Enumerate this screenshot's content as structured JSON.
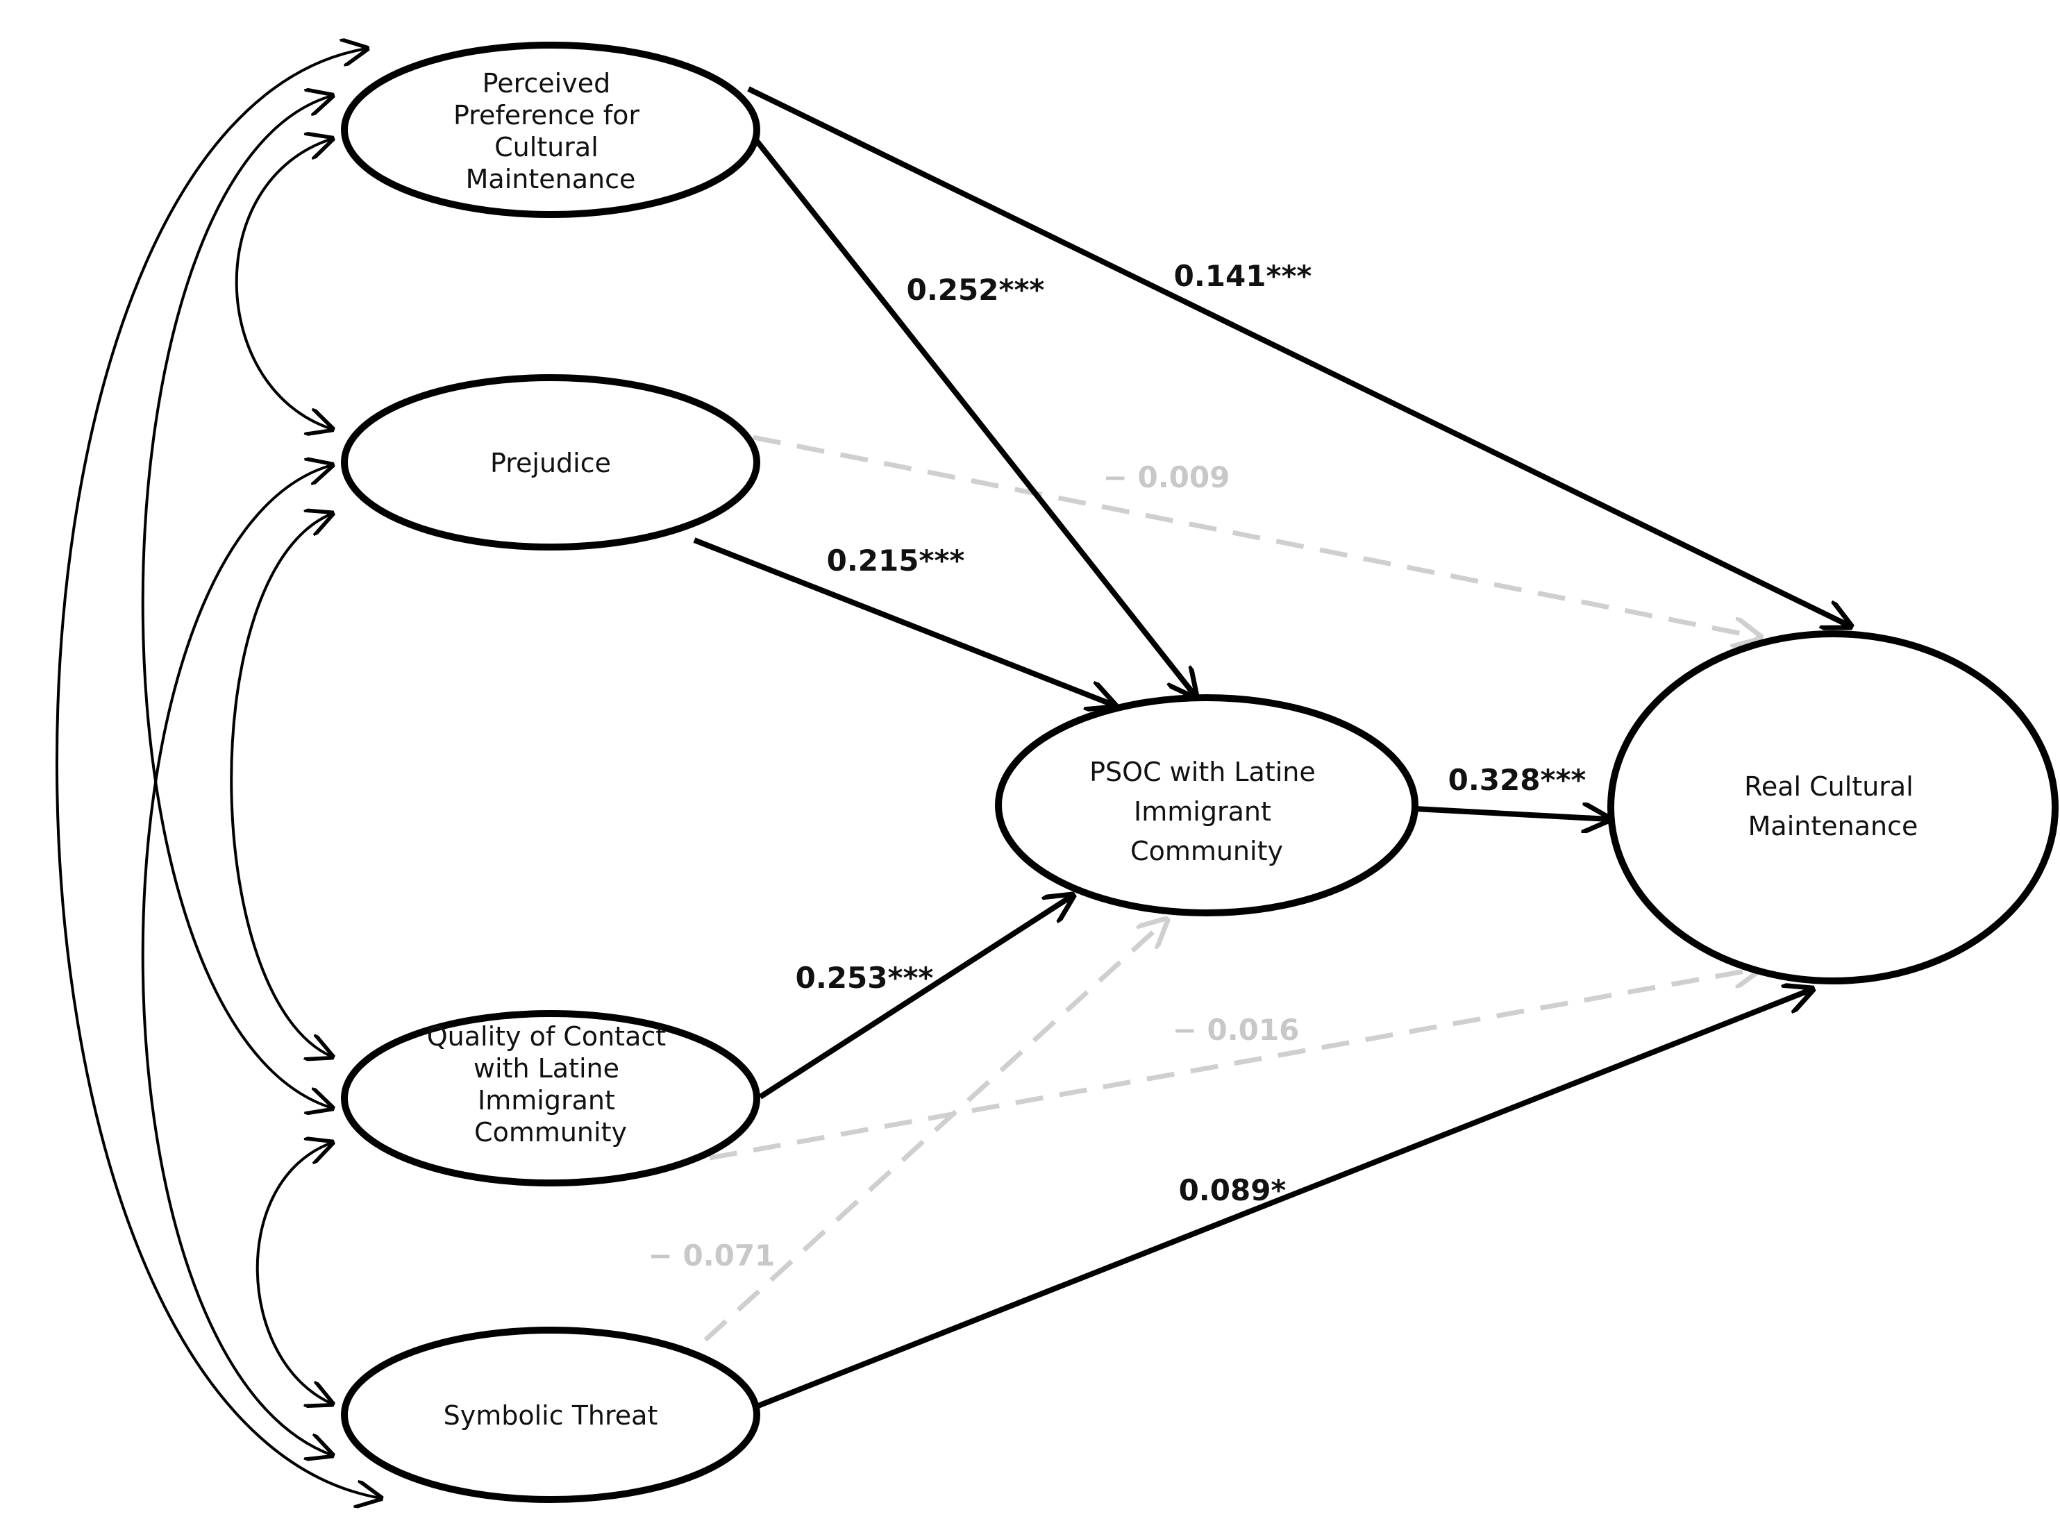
{
  "nodes": {
    "ppcm": {
      "lines": [
        "Perceived",
        "Preference for",
        "Cultural",
        "Maintenance"
      ]
    },
    "prejudice": {
      "lines": [
        "Prejudice"
      ]
    },
    "quality": {
      "lines": [
        "Quality of Contact",
        "with Latine",
        "Immigrant",
        "Community"
      ]
    },
    "threat": {
      "lines": [
        "Symbolic Threat"
      ]
    },
    "psoc": {
      "lines": [
        "PSOC with Latine",
        "Immigrant",
        "Community"
      ]
    },
    "rcm": {
      "lines": [
        "Real Cultural",
        "Maintenance"
      ]
    }
  },
  "paths": [
    {
      "from": "ppcm",
      "to": "rcm",
      "label": "0.141***",
      "significant": true
    },
    {
      "from": "ppcm",
      "to": "psoc",
      "label": "0.252***",
      "significant": true
    },
    {
      "from": "prejudice",
      "to": "rcm",
      "label": "− 0.009",
      "significant": false
    },
    {
      "from": "prejudice",
      "to": "psoc",
      "label": "0.215***",
      "significant": true
    },
    {
      "from": "psoc",
      "to": "rcm",
      "label": "0.328***",
      "significant": true
    },
    {
      "from": "quality",
      "to": "psoc",
      "label": "0.253***",
      "significant": true
    },
    {
      "from": "quality",
      "to": "rcm",
      "label": "− 0.016",
      "significant": false
    },
    {
      "from": "threat",
      "to": "rcm",
      "label": "0.089*",
      "significant": true
    },
    {
      "from": "threat",
      "to": "psoc",
      "label": "− 0.071",
      "significant": false
    }
  ],
  "covariances": [
    {
      "a": "ppcm",
      "b": "prejudice"
    },
    {
      "a": "ppcm",
      "b": "quality"
    },
    {
      "a": "ppcm",
      "b": "threat"
    },
    {
      "a": "prejudice",
      "b": "quality"
    },
    {
      "a": "prejudice",
      "b": "threat"
    },
    {
      "a": "quality",
      "b": "threat"
    }
  ],
  "colors": {
    "significant": "#000000",
    "nonsignificant": "#cfcfcf",
    "nonsignificant_label": "#c8c8c8"
  }
}
